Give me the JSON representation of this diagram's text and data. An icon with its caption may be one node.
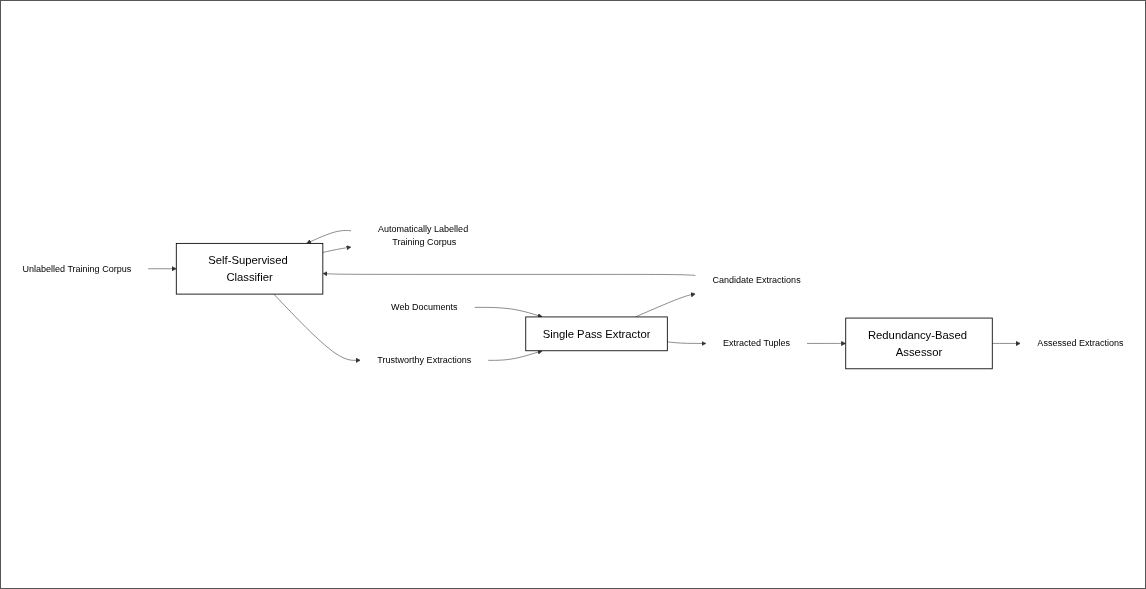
{
  "diagram": {
    "nodes": [
      {
        "text": [
          "Unlabelled Training Corpus"
        ]
      },
      {
        "text": [
          "Self-Supervised Classifier"
        ]
      },
      {
        "text": [
          "Automatically Labelled Training Corpus"
        ]
      },
      {
        "text": [
          "Candidate Extractions"
        ]
      },
      {
        "text": [
          "Trustworthy Extractions"
        ]
      },
      {
        "text": [
          "Assessed Extractions"
        ]
      },
      {
        "text": [
          "Web Documents"
        ]
      },
      {
        "text": [
          "Single Pass Extractor"
        ]
      },
      {
        "text": [
          "Extracted Tuples"
        ]
      },
      {
        "text": [
          "Redundancy-Based Assessor"
        ]
      }
    ],
    "edges": [
      {
        "from": 0,
        "to": 1,
        "arrow": "to"
      },
      {
        "from": 1,
        "to": 2,
        "arrow": "to"
      },
      {
        "from": 2,
        "to": 1,
        "arrow": "to"
      },
      {
        "from": 3,
        "to": 1,
        "arrow": "to"
      },
      {
        "from": 1,
        "to": 4,
        "arrow": "to"
      },
      {
        "from": 4,
        "to": 7,
        "arrow": "to"
      },
      {
        "from": 7,
        "to": 3,
        "arrow": "to"
      },
      {
        "from": 6,
        "to": 7,
        "arrow": "to"
      },
      {
        "from": 7,
        "to": 8,
        "arrow": "to"
      },
      {
        "from": 8,
        "to": 9,
        "arrow": "to"
      },
      {
        "from": 9,
        "to": 5,
        "arrow": "to"
      }
    ]
  }
}
